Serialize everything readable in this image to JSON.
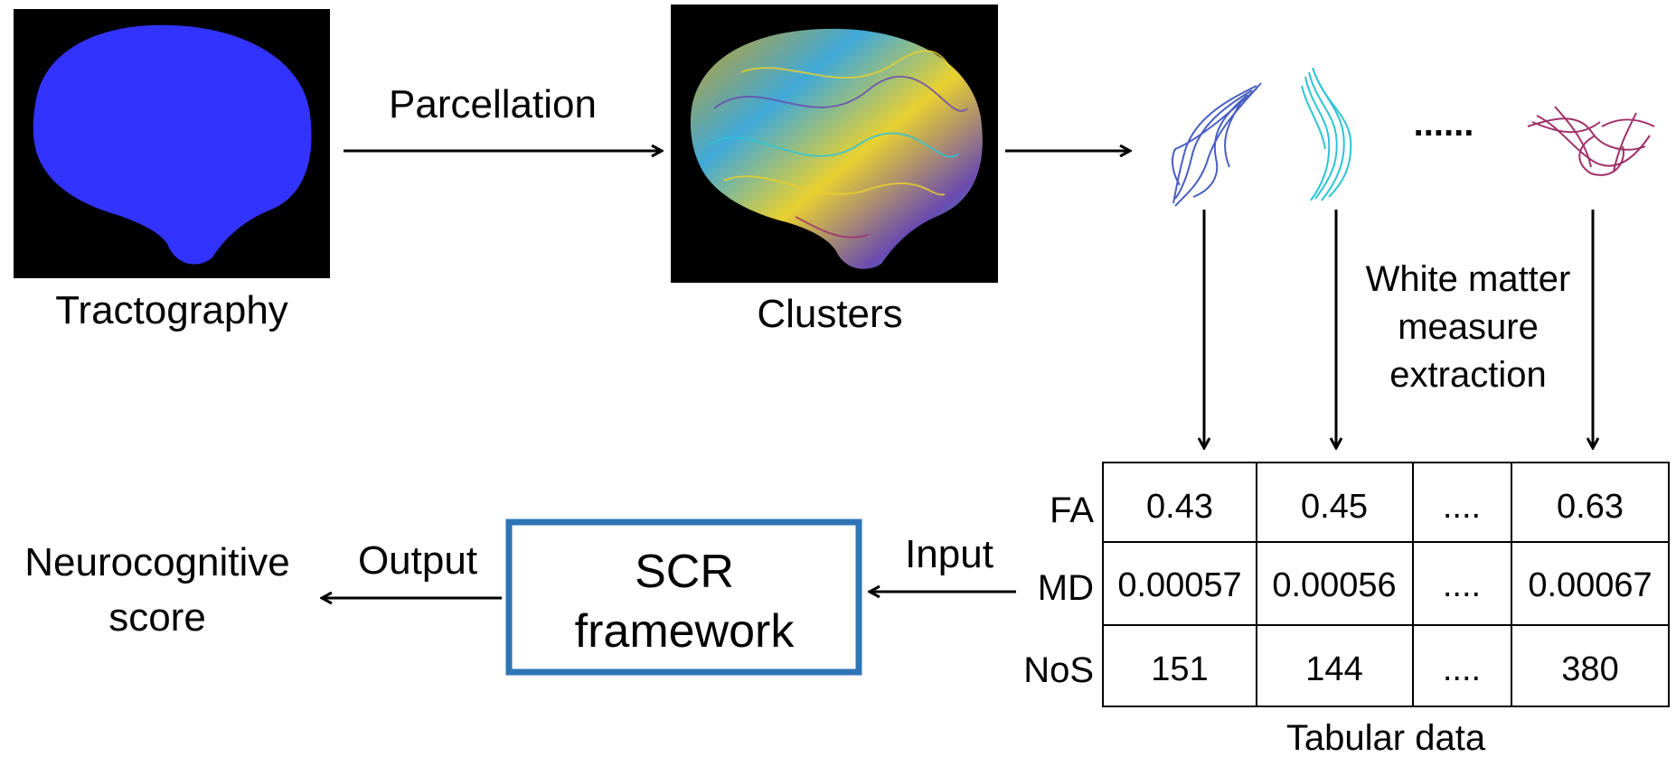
{
  "labels": {
    "tractography": "Tractography",
    "parcellation": "Parcellation",
    "clusters": "Clusters",
    "ellipsis": "......",
    "wm_line1": "White matter",
    "wm_line2": "measure",
    "wm_line3": "extraction",
    "input": "Input",
    "output": "Output",
    "scr_line1": "SCR",
    "scr_line2": "framework",
    "neuro_line1": "Neurocognitive",
    "neuro_line2": "score",
    "tabular": "Tabular data"
  },
  "table": {
    "row_labels": [
      "FA",
      "MD",
      "NoS"
    ],
    "rows": [
      [
        "0.43",
        "0.45",
        "....",
        "0.63"
      ],
      [
        "0.00057",
        "0.00056",
        "....",
        "0.00067"
      ],
      [
        "151",
        "144",
        "....",
        "380"
      ]
    ]
  },
  "colors": {
    "tractography_blob": "#3333ff",
    "scr_border": "#2e75b6",
    "cluster_1": "#4a5fc1",
    "cluster_2": "#2ec4d6",
    "cluster_3": "#a0306a"
  }
}
